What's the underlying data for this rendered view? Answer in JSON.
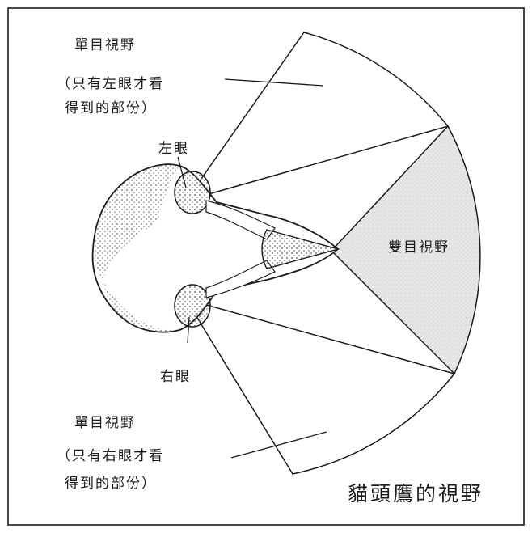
{
  "labels": {
    "left_monocular_title": "單目視野",
    "left_monocular_note_1": "（只有左眼才看",
    "left_monocular_note_2": "得到的部份）",
    "left_eye": "左眼",
    "binocular": "雙目視野",
    "right_eye": "右眼",
    "right_monocular_title": "單目視野",
    "right_monocular_note_1": "（只有右眼才看",
    "right_monocular_note_2": "得到的部份）",
    "caption": "貓頭鷹的視野"
  },
  "colors": {
    "background": "#ffffff",
    "ink": "#1b1b1b",
    "binocular_fill": "#e4e4e4",
    "skull_stipple": "#555555"
  }
}
